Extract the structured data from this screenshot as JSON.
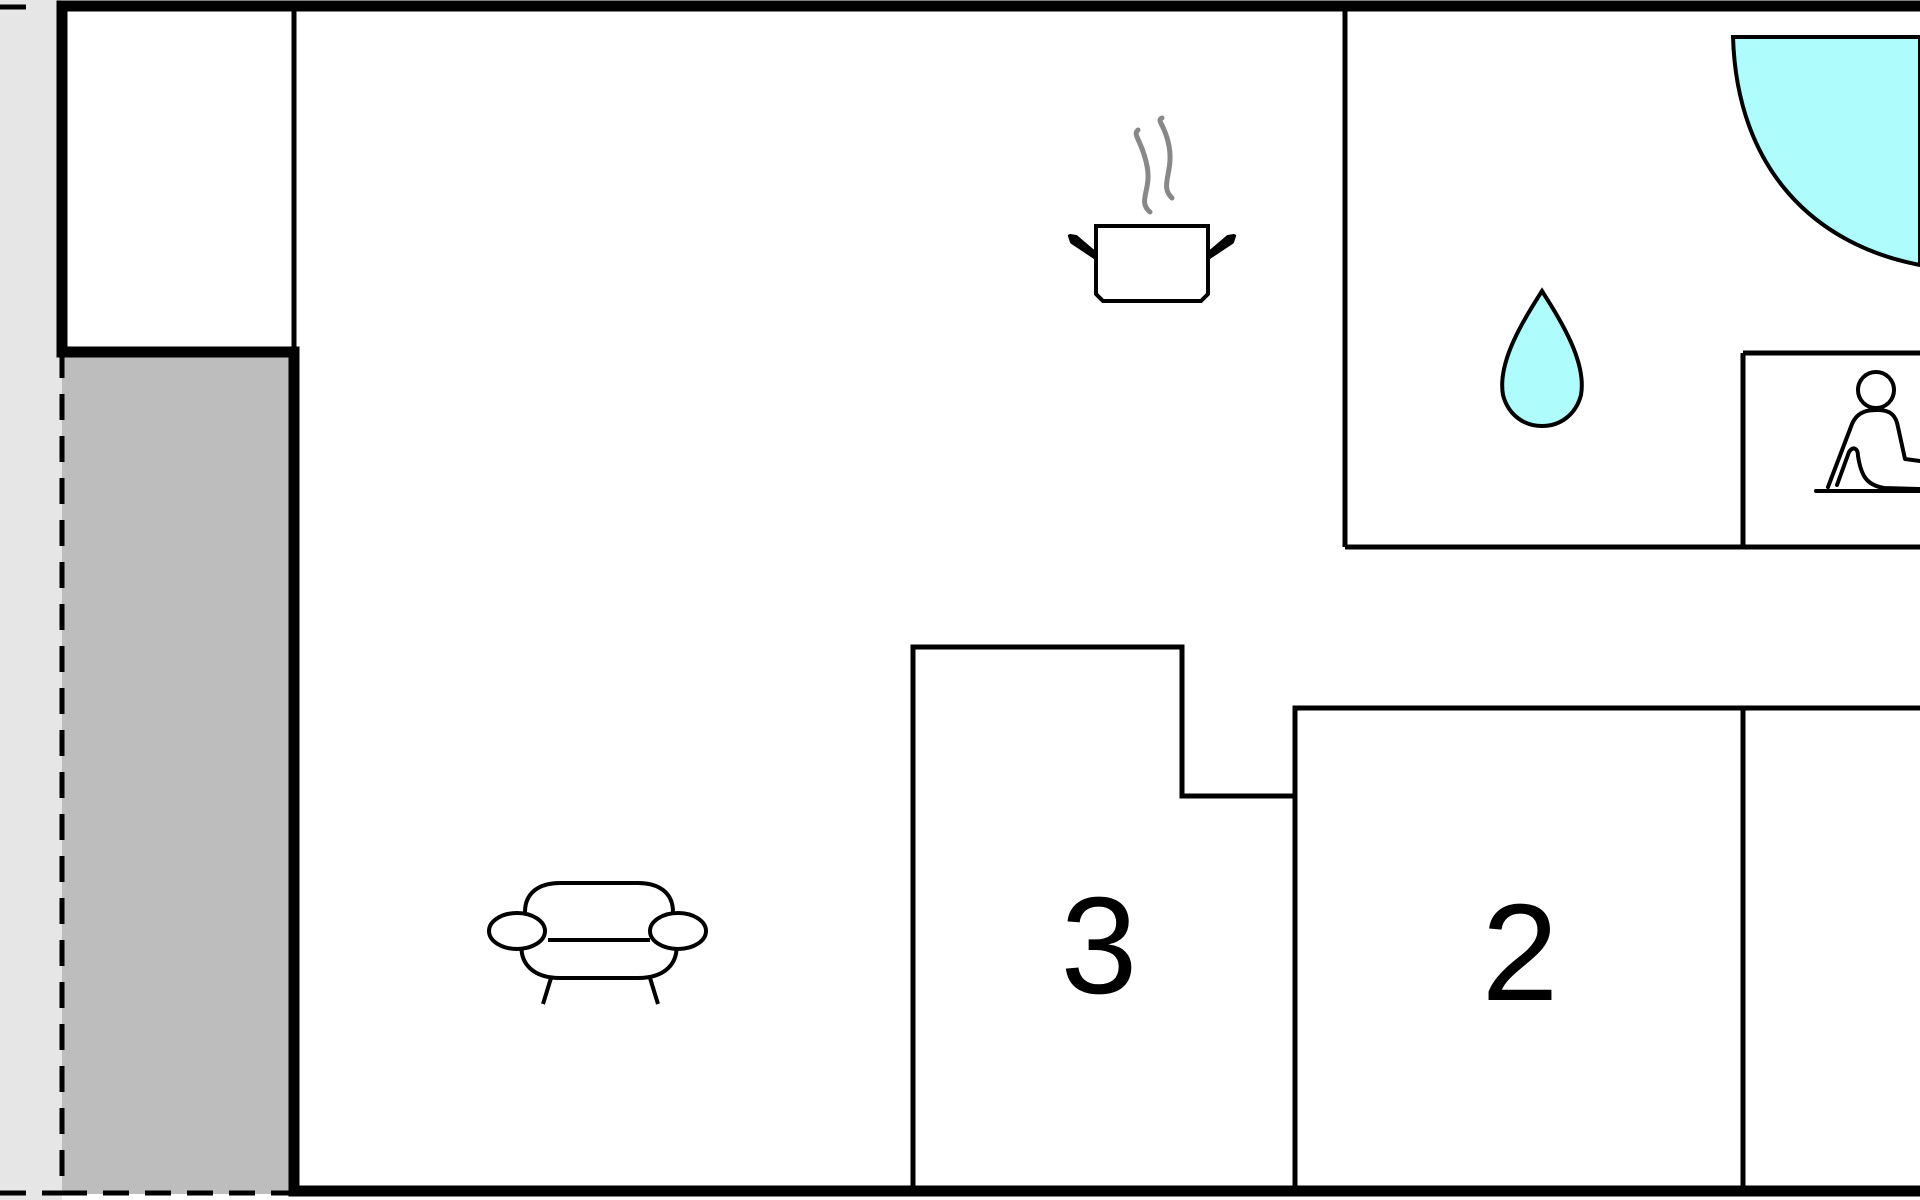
{
  "floorplan": {
    "rooms": [
      {
        "id": "bedroom-3",
        "number": "3"
      },
      {
        "id": "bedroom-2",
        "number": "2"
      }
    ],
    "icons": [
      "kitchen-pot-icon",
      "sofa-icon",
      "water-drop-icon",
      "sauna-icon",
      "bathtub-icon"
    ],
    "colors": {
      "wall": "#000000",
      "terrace": "#bdbdbd",
      "outside": "#e6e6e6",
      "water": "#aefcfc",
      "steam": "#888888",
      "floor": "#ffffff"
    }
  }
}
